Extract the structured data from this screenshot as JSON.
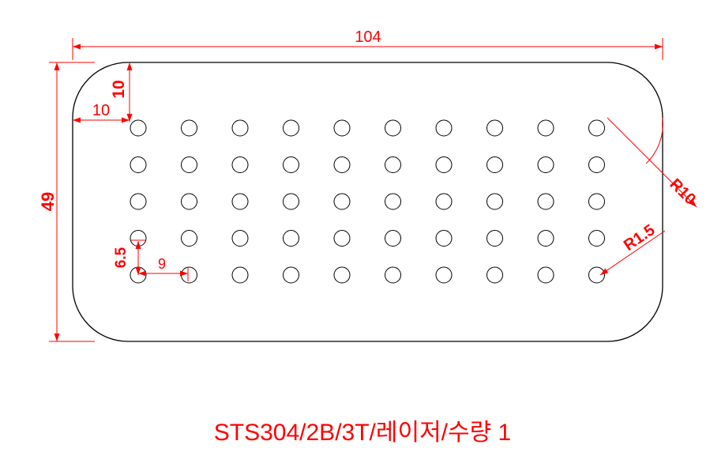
{
  "drawing": {
    "dimensions": {
      "overall_width": "104",
      "overall_height": "49",
      "corner_offset_x": "10",
      "corner_offset_y": "10",
      "corner_radius": "R10",
      "hole_radius": "R1.5",
      "hole_pitch_x": "9",
      "hole_pitch_y": "6.5"
    },
    "hole_grid": {
      "rows": 5,
      "columns": 10
    },
    "colors": {
      "outline": "#000000",
      "dimension": "#ff0000"
    }
  },
  "caption": "STS304/2B/3T/레이저/수량 1"
}
